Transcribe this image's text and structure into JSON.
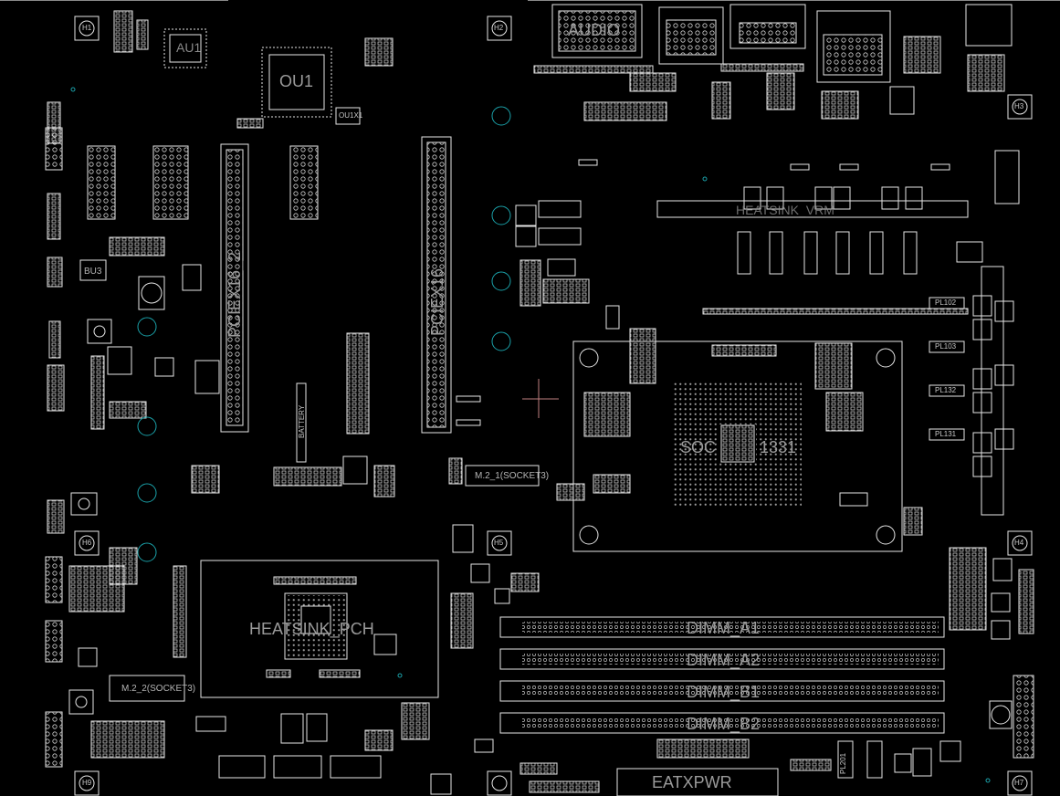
{
  "labels": {
    "au1": "AU1",
    "ou1": "OU1",
    "ou1x1": "OU1X1",
    "audio": "AUDIO",
    "pciex16_2": "PCIEX16_2",
    "pciex16": "PCIEX16",
    "soc": "SOC",
    "soc_num": "1331",
    "heatsink": "HEATSINK_PCH",
    "dimm_a1": "DIMM_A1",
    "dimm_a2": "DIMM_A2",
    "dimm_b1": "DIMM_B1",
    "dimm_b2": "DIMM_B2",
    "eatxpwr": "EATXPWR",
    "m2_1": "M.2_1(SOCKET3)",
    "m2_2": "M.2_2(SOCKET3)",
    "heatsink_vrm": "HEATSINK_VRM",
    "battery": "BATTERY",
    "bu3": "BU3",
    "h1": "H1",
    "h2": "H2",
    "h3": "H3",
    "h4": "H4",
    "h5": "H5",
    "h6": "H6",
    "h7": "H7",
    "h9": "H9",
    "pl102": "PL102",
    "pl103": "PL103",
    "pl132": "PL132",
    "pl131": "PL131",
    "pl201": "PL201"
  },
  "colors": {
    "background": "#000000",
    "outline": "#e6e6e6",
    "silkscreen": "#8a8a8a",
    "via": "#1aa0a8"
  }
}
